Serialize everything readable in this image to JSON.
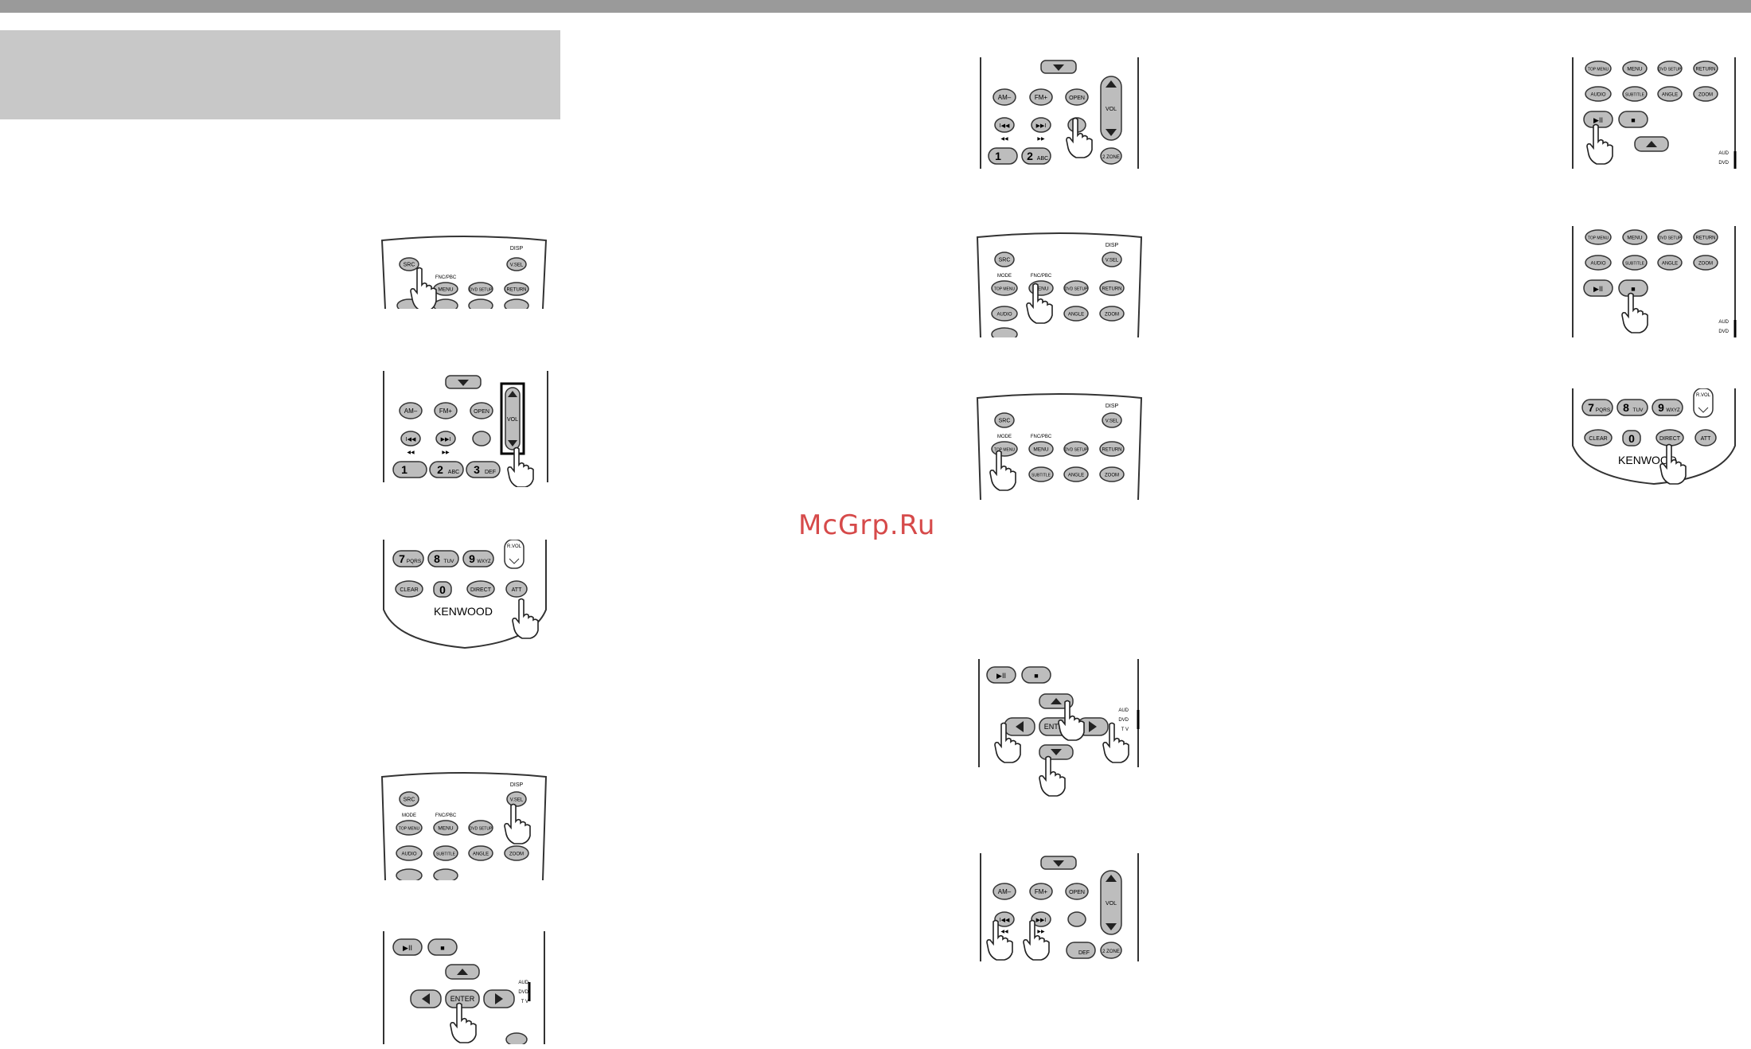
{
  "watermark": "McGrp.Ru",
  "colors": {
    "topbar": "#9a9a9a",
    "header_box": "#c8c8c8",
    "button": "#bdbdbd",
    "watermark": "#d64a4a"
  },
  "labels": {
    "src": "SRC",
    "disp": "DISP",
    "vsel": "V.SEL",
    "mode": "MODE",
    "fnc": "FNC/PBC",
    "topmenu": "TOP MENU",
    "menu": "MENU",
    "dvdsetup": "DVD SETUP",
    "return": "RETURN",
    "audio": "AUDIO",
    "subtitle": "SUBTITLE",
    "angle": "ANGLE",
    "zoom": "ZOOM",
    "am": "AM–",
    "fm": "FM+",
    "open": "OPEN",
    "vol": "VOL",
    "n1": "1",
    "n2": "2",
    "abc": "ABC",
    "n3": "3",
    "def": "DEF",
    "zone": "2 ZONE",
    "n7": "7",
    "pqrs": "PQRS",
    "n8": "8",
    "tuv": "TUV",
    "n9": "9",
    "wxyz": "WXYZ",
    "rvol": "R.VOL",
    "clear": "CLEAR",
    "n0": "0",
    "direct": "DIRECT",
    "att": "ATT",
    "brand": "KENWOOD",
    "enter": "ENTER",
    "aud": "AUD",
    "dvd": "DVD",
    "tv": "T V",
    "playpause": "▶II",
    "stop": "■",
    "prev": "I◀◀",
    "next": "▶▶I",
    "rew": "◀◀",
    "ff": "▶▶"
  }
}
